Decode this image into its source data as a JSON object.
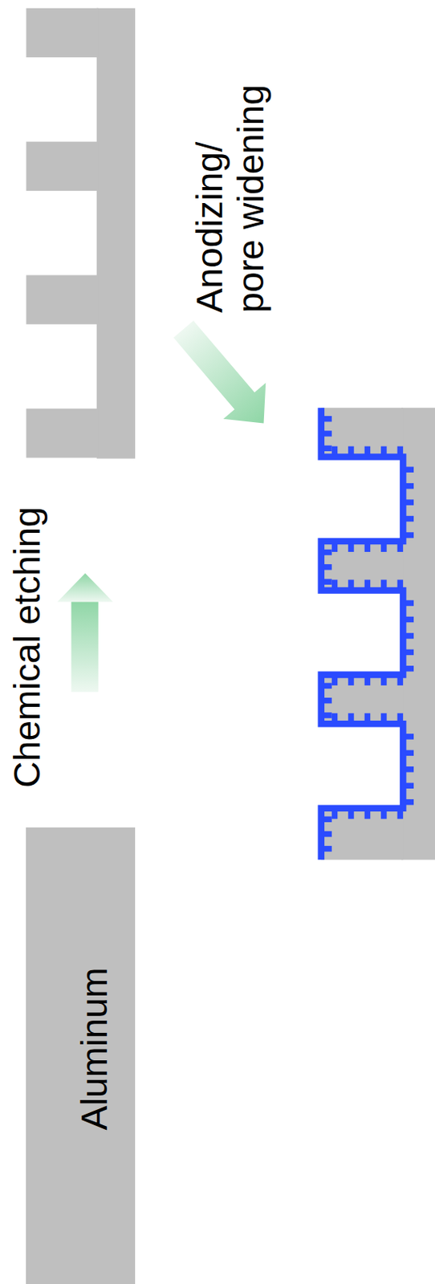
{
  "diagram": {
    "nodes": [
      {
        "text": [
          "Aluminum"
        ]
      }
    ],
    "labels": [
      "Chemical etching",
      "Anodizing/ pore widening"
    ]
  }
}
